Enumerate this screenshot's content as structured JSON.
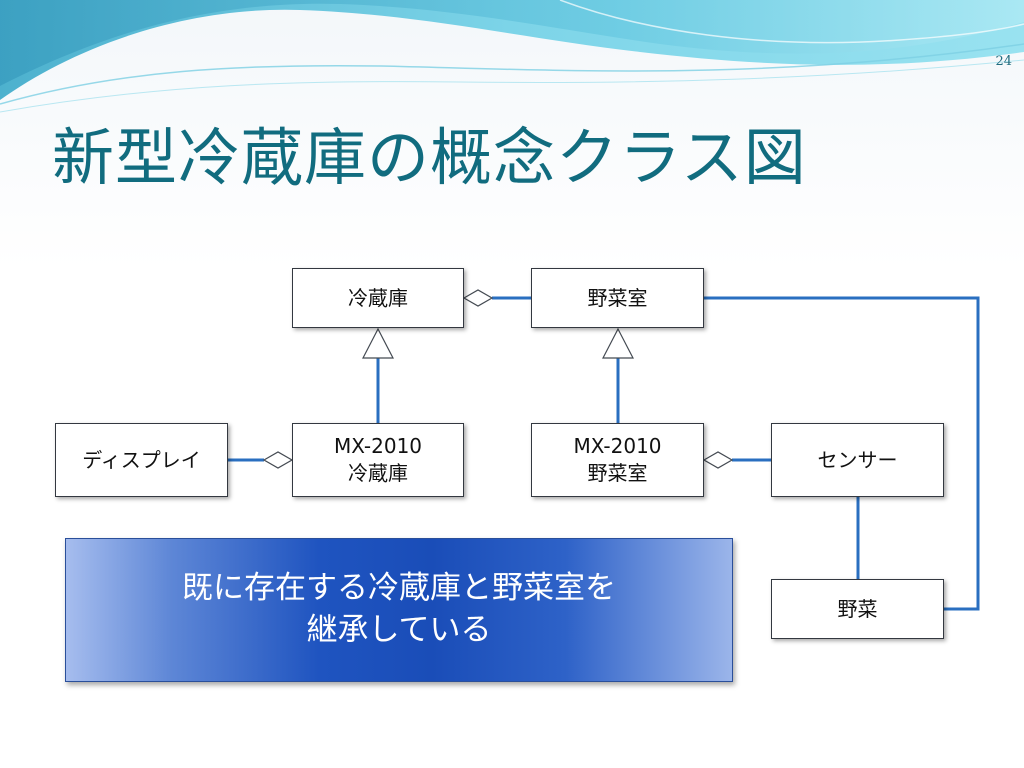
{
  "page": {
    "number": "24",
    "title": "新型冷蔵庫の概念クラス図"
  },
  "diagram": {
    "classes": {
      "refrigerator": {
        "lines": [
          "冷蔵庫"
        ]
      },
      "vegetable_room": {
        "lines": [
          "野菜室"
        ]
      },
      "display": {
        "lines": [
          "ディスプレイ"
        ]
      },
      "mx2010_refrigerator": {
        "lines": [
          "MX-2010",
          "冷蔵庫"
        ]
      },
      "mx2010_vegetable_room": {
        "lines": [
          "MX-2010",
          "野菜室"
        ]
      },
      "sensor": {
        "lines": [
          "センサー"
        ]
      },
      "vegetable": {
        "lines": [
          "野菜"
        ]
      }
    },
    "relations": [
      {
        "type": "aggregation",
        "whole": "refrigerator",
        "part": "vegetable_room"
      },
      {
        "type": "aggregation",
        "whole": "mx2010_refrigerator",
        "part": "display"
      },
      {
        "type": "aggregation",
        "whole": "mx2010_vegetable_room",
        "part": "sensor"
      },
      {
        "type": "inheritance",
        "child": "mx2010_refrigerator",
        "parent": "refrigerator"
      },
      {
        "type": "inheritance",
        "child": "mx2010_vegetable_room",
        "parent": "vegetable_room"
      },
      {
        "type": "association",
        "from": "sensor",
        "to": "vegetable"
      },
      {
        "type": "association",
        "from": "vegetable_room",
        "to": "vegetable"
      }
    ]
  },
  "callout": {
    "lines": [
      "既に存在する冷蔵庫と野菜室を",
      "継承している"
    ]
  },
  "colors": {
    "title": "#116c7f",
    "connector": "#2a6fc0",
    "callout": "#1a4db8"
  }
}
